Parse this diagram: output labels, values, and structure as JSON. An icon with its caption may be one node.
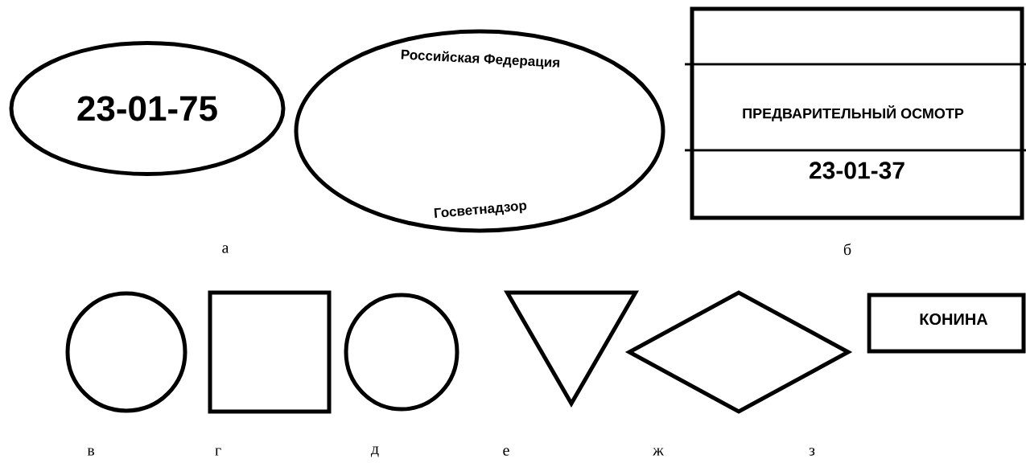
{
  "diagram": {
    "nodes": [
      {
        "text": [
          "23-01-75"
        ]
      },
      {
        "text": [
          "Российская Федерация",
          "Госветнадзор"
        ]
      },
      {
        "text": [
          "ПРЕДВАРИТЕЛЬНЫЙ ОСМОТР",
          "23-01-37"
        ]
      },
      {
        "text": [],
        "shape": "circle"
      },
      {
        "text": [],
        "shape": "box"
      },
      {
        "text": [],
        "shape": "ellipse"
      },
      {
        "text": [],
        "shape": "triangle"
      },
      {
        "text": [],
        "shape": "diamond"
      },
      {
        "text": [
          "КОНИНА"
        ]
      }
    ],
    "labels": [
      "а",
      "б",
      "в",
      "г",
      "д",
      "е",
      "ж",
      "з"
    ]
  }
}
